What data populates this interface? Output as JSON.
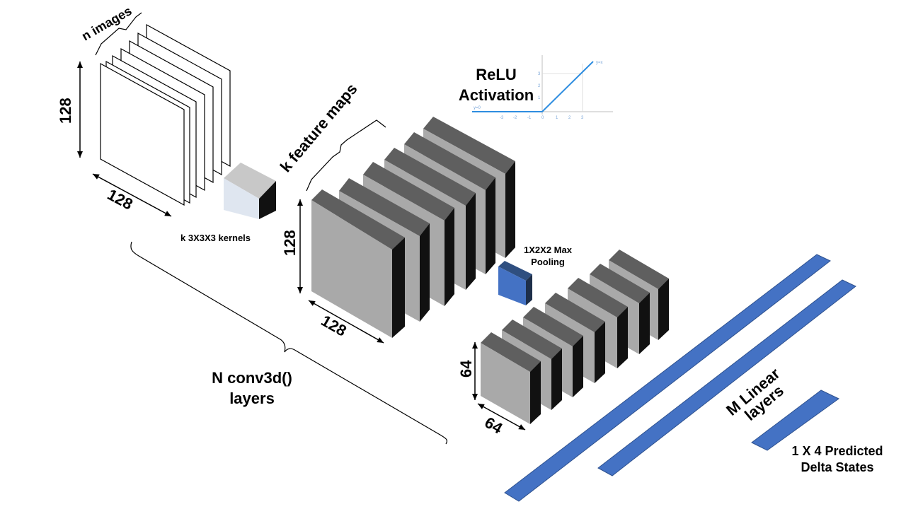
{
  "labels": {
    "n_images": "n images",
    "input_height": "128",
    "input_width": "128",
    "kernels": "k 3X3X3 kernels",
    "feature_maps": "k feature maps",
    "fm_height": "128",
    "fm_width": "128",
    "relu_line1": "ReLU",
    "relu_line2": "Activation",
    "pooling_line1": "1X2X2 Max",
    "pooling_line2": "Pooling",
    "pooled_height": "64",
    "pooled_width": "64",
    "conv_line1": "N conv3d()",
    "conv_line2": "layers",
    "linear_line1": "M Linear",
    "linear_line2": "layers",
    "output_line1": "1 X 4 Predicted",
    "output_line2": "Delta States"
  },
  "relu_plot": {
    "x_ticks": [
      "-3",
      "-2",
      "-1",
      "0",
      "1",
      "2",
      "3"
    ],
    "y_ticks": [
      "1",
      "2",
      "3"
    ],
    "left_label": "y=0",
    "right_label": "y=x"
  },
  "colors": {
    "slab_front": "#a9a9a9",
    "slab_top": "#5f5f5f",
    "slab_side": "#111111",
    "accent_blue": "#4472c4",
    "relu_line": "#2e8de0",
    "kernel_front": "#dfe6f0",
    "kernel_top": "#c8c8c8"
  }
}
